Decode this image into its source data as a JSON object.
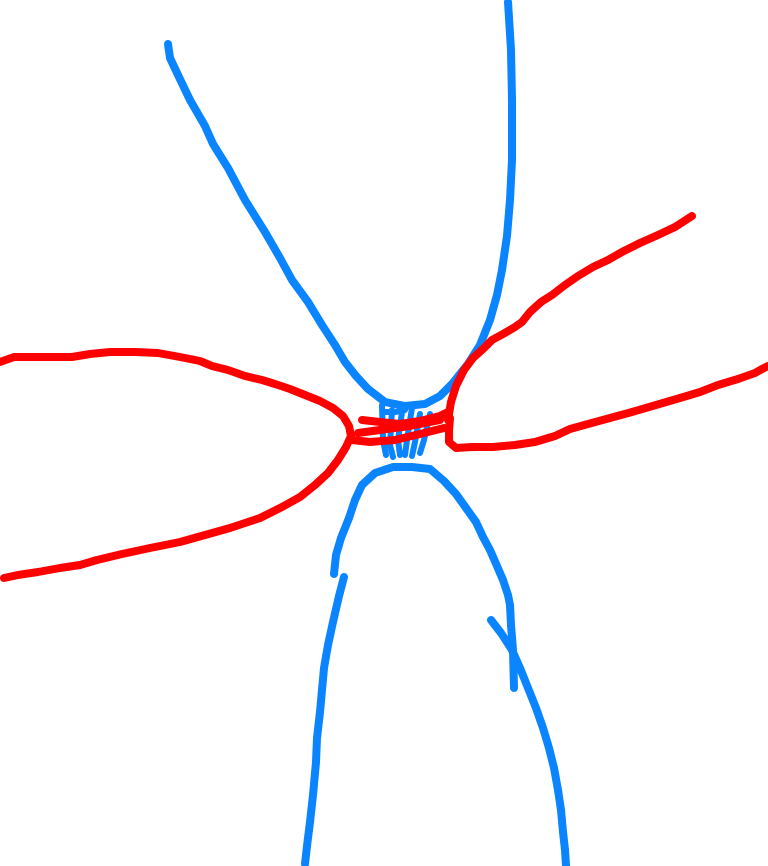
{
  "canvas": {
    "background": "#ffffff",
    "colors": {
      "blue": "#0a84ff",
      "red": "#ff0000"
    }
  },
  "strokes": [
    {
      "name": "blue-top-curve",
      "color": "blue"
    },
    {
      "name": "blue-center-hatching",
      "color": "blue"
    },
    {
      "name": "blue-bottom-arch",
      "color": "blue"
    },
    {
      "name": "blue-lower-left-line",
      "color": "blue"
    },
    {
      "name": "blue-lower-right-line",
      "color": "blue"
    },
    {
      "name": "red-left-curve",
      "color": "red"
    },
    {
      "name": "red-center-band",
      "color": "red"
    },
    {
      "name": "red-right-upper-line",
      "color": "red"
    },
    {
      "name": "red-right-lower-line",
      "color": "red"
    }
  ]
}
